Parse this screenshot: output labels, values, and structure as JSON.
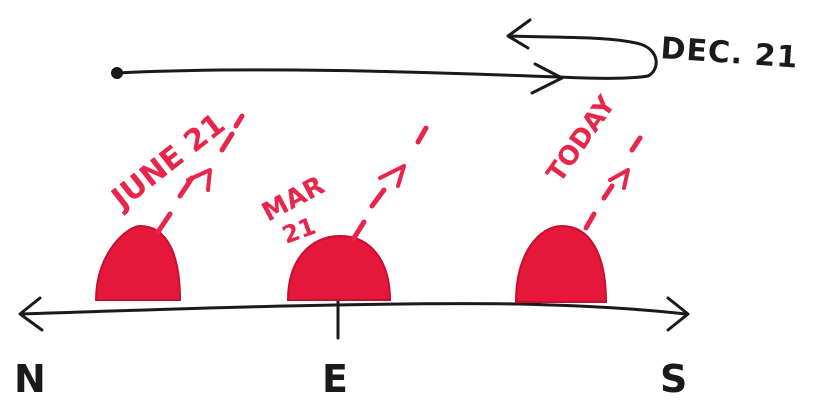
{
  "labels": {
    "december": "DEC. 21",
    "june": "JUNE 21",
    "march_line1": "MAR",
    "march_line2": "21",
    "today": "TODAY"
  },
  "directions": {
    "north": "N",
    "east": "E",
    "south": "S"
  },
  "colors": {
    "ink": "#1a1a1a",
    "sun": "#e5173a",
    "sun_dark": "#c70f2f",
    "marker": "#e8254a"
  }
}
